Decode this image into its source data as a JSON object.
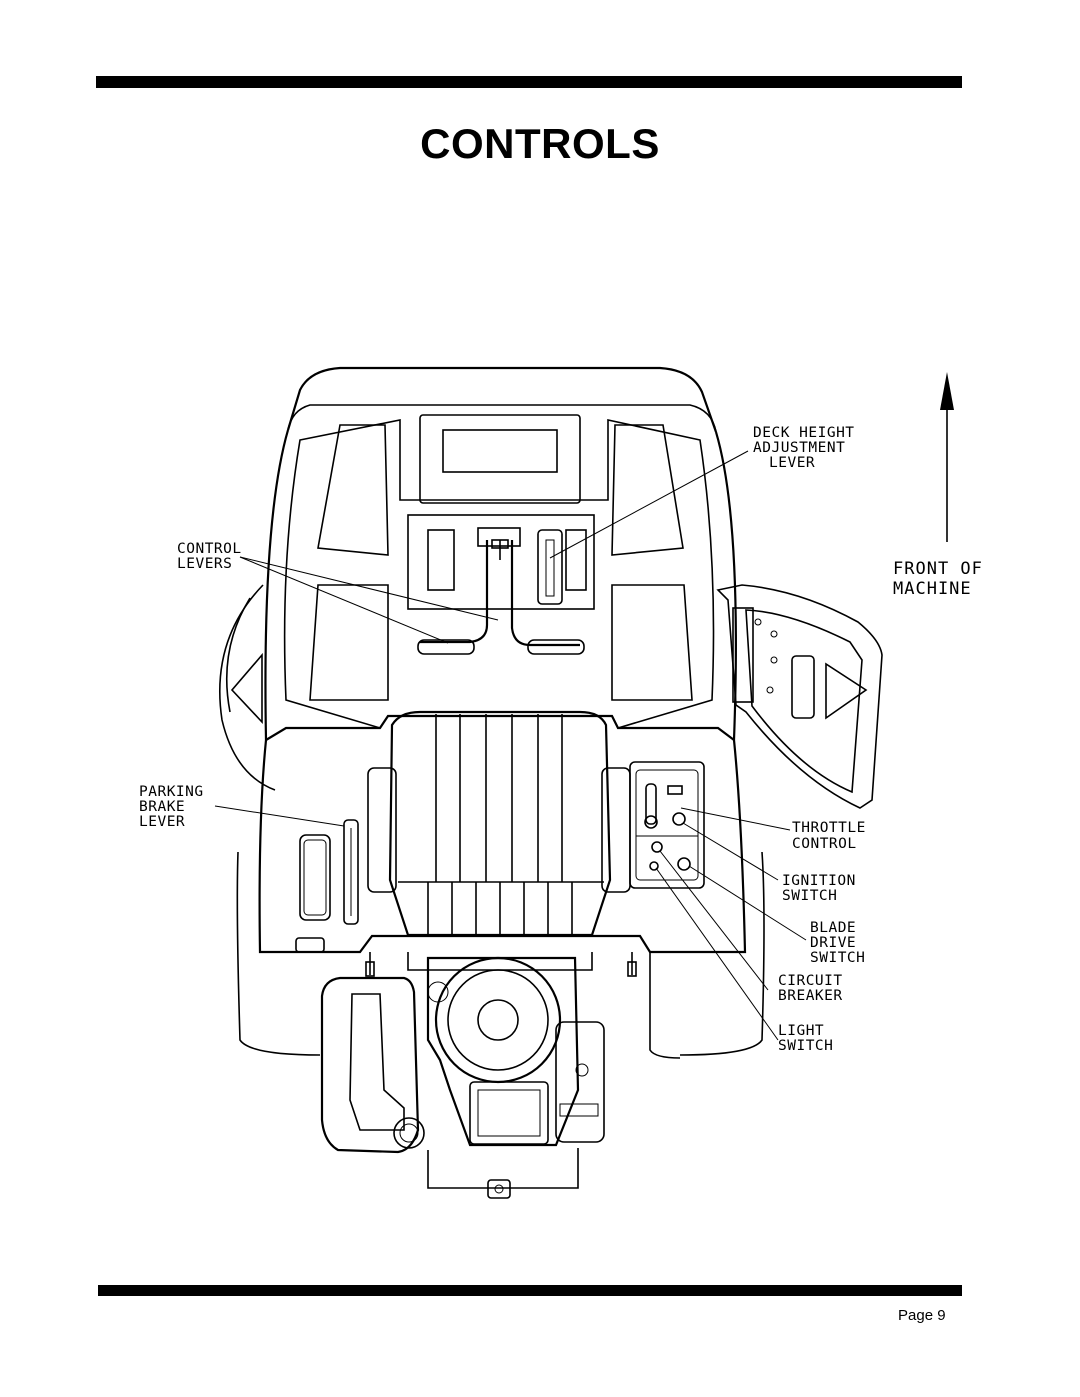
{
  "page": {
    "title": "CONTROLS",
    "page_number": "Page 9"
  },
  "labels": {
    "deck_height": [
      "DECK HEIGHT",
      "ADJUSTMENT",
      "LEVER"
    ],
    "control_levers": [
      "CONTROL",
      "LEVERS"
    ],
    "parking_brake": [
      "PARKING",
      "BRAKE",
      "LEVER"
    ],
    "throttle": [
      "THROTTLE",
      "CONTROL"
    ],
    "ignition": [
      "IGNITION",
      "SWITCH"
    ],
    "blade_drive": [
      "BLADE",
      "DRIVE",
      "SWITCH"
    ],
    "circuit_breaker": [
      "CIRCUIT",
      "BREAKER"
    ],
    "light_switch": [
      "LIGHT",
      "SWITCH"
    ],
    "front": [
      "FRONT OF",
      "MACHINE"
    ]
  }
}
